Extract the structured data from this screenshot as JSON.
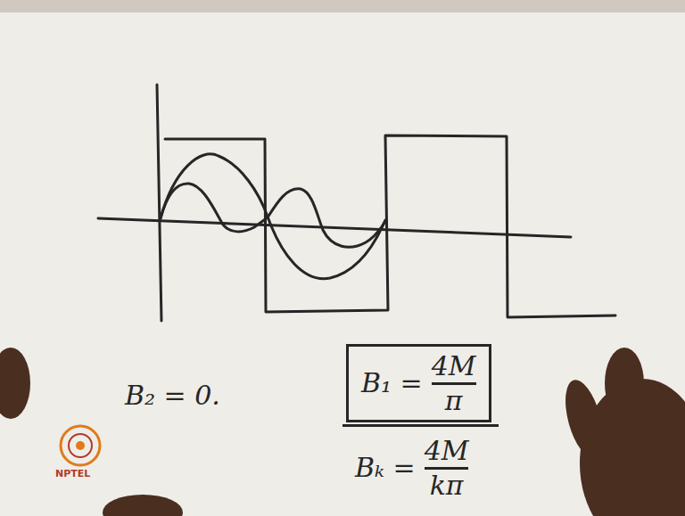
{
  "diagram": {
    "nodes": [
      {
        "text": [
          "B₁ =",
          "4M",
          "π"
        ]
      }
    ],
    "labels": [
      "B₂ = 0.",
      "Bₖ =",
      "4M",
      "kπ",
      "NPTEL"
    ]
  }
}
